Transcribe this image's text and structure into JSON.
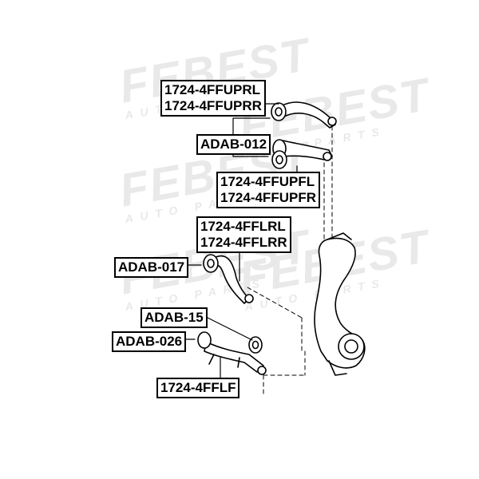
{
  "watermark": {
    "brand": "FEBEST",
    "sub": "AUTO PARTS"
  },
  "labels": {
    "upper_rear": [
      "1724-4FFUPRL",
      "1724-4FFUPRR"
    ],
    "bushing_upper": "ADAB-012",
    "upper_front": [
      "1724-4FFUPFL",
      "1724-4FFUPFR"
    ],
    "lower_rear": [
      "1724-4FFLRL",
      "1724-4FFLRR"
    ],
    "bushing_lower_rear": "ADAB-017",
    "bushing_15": "ADAB-15",
    "bushing_026": "ADAB-026",
    "lower_front": "1724-4FFLF"
  }
}
